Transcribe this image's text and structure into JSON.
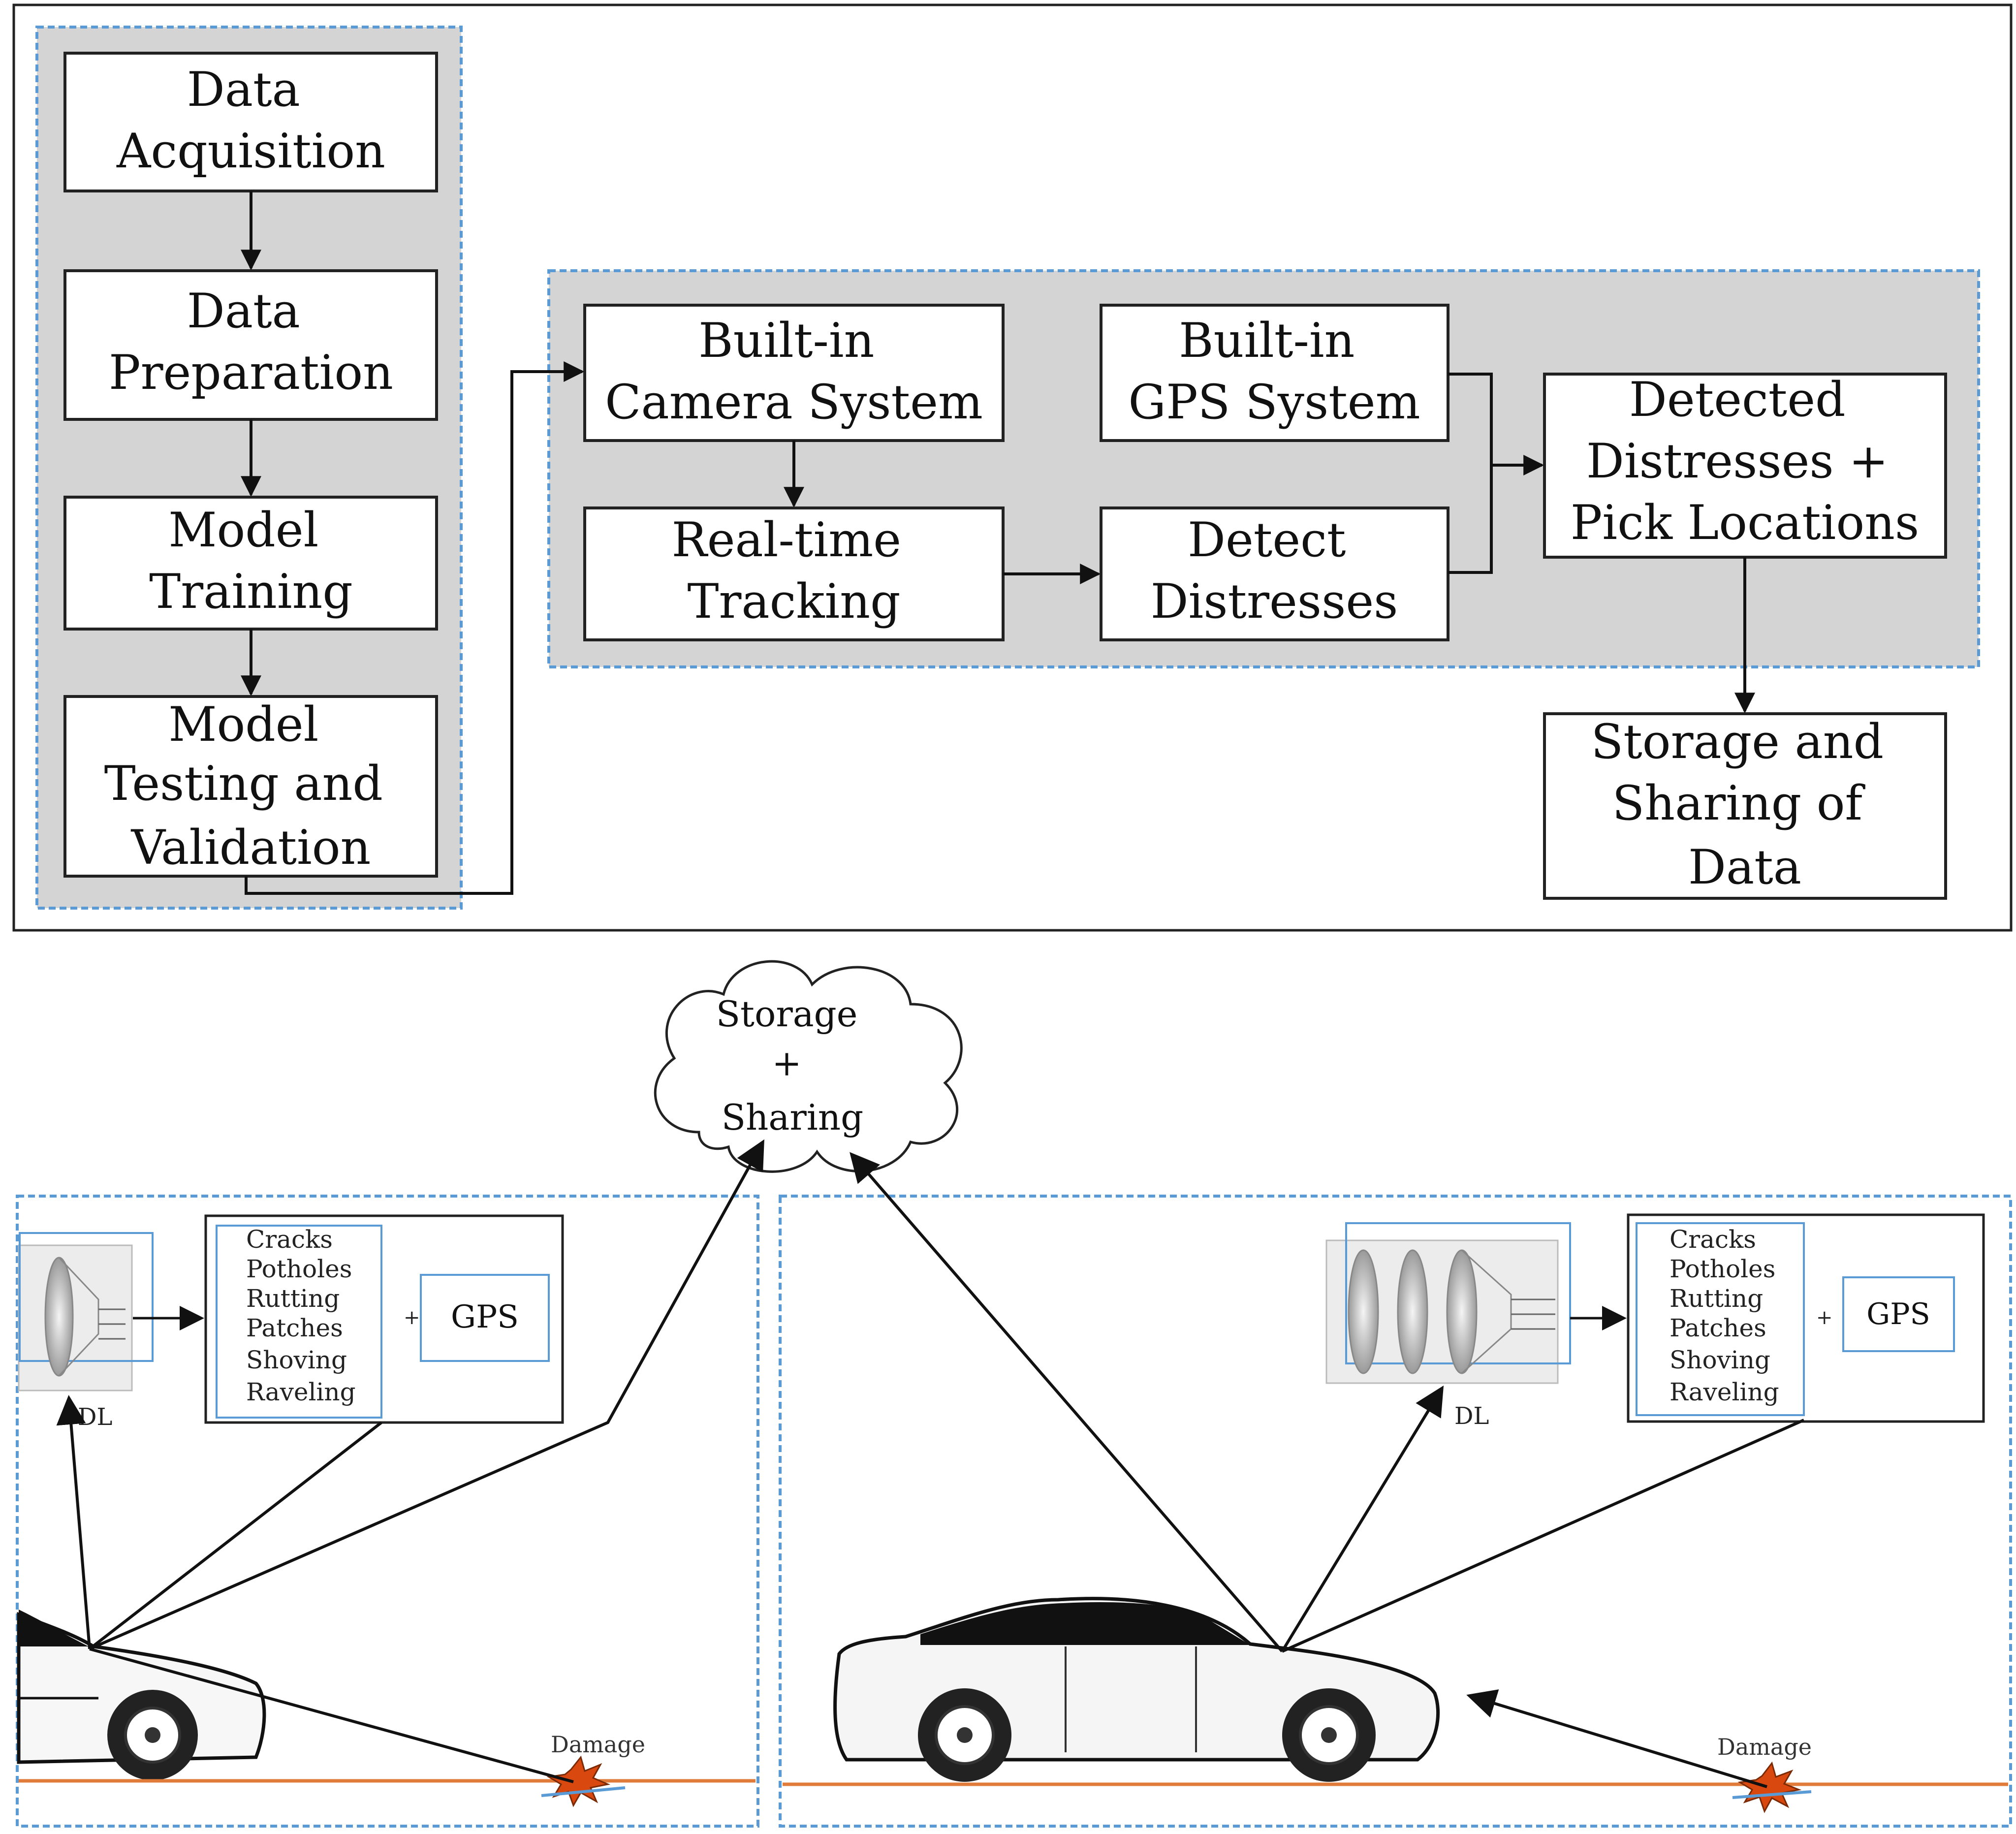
{
  "flowchart": {
    "data_acquisition": [
      "Data",
      "Acquisition"
    ],
    "data_preparation": [
      "Data",
      "Preparation"
    ],
    "model_training": [
      "Model",
      "Training"
    ],
    "model_testing": [
      "Model",
      "Testing and",
      "Validation"
    ],
    "camera_system": [
      "Built-in",
      "Camera System"
    ],
    "gps_system": [
      "Built-in",
      "GPS System"
    ],
    "realtime_tracking": [
      "Real-time",
      "Tracking"
    ],
    "detect_distresses": [
      "Detect",
      "Distresses"
    ],
    "detected_distresses": [
      "Detected",
      "Distresses +",
      "Pick Locations"
    ],
    "storage_sharing_data": [
      "Storage and",
      "Sharing of",
      "Data"
    ]
  },
  "scene": {
    "cloud": [
      "Storage",
      "+",
      "Sharing"
    ],
    "distress_list_left": [
      "Cracks",
      "Potholes",
      "Rutting",
      "Patches",
      "Shoving",
      "Raveling"
    ],
    "distress_list_right": [
      "Cracks",
      "Potholes",
      "Rutting",
      "Patches",
      "Shoving",
      "Raveling"
    ],
    "plus_sign": "+",
    "gps_label": "GPS",
    "dl_label": "DL",
    "damage_label": "Damage"
  },
  "colors": {
    "panel_fill": "#d4d4d4",
    "dashed_border": "#5b9bd5",
    "road": "#e07b3a",
    "damage": "#d9480f"
  }
}
